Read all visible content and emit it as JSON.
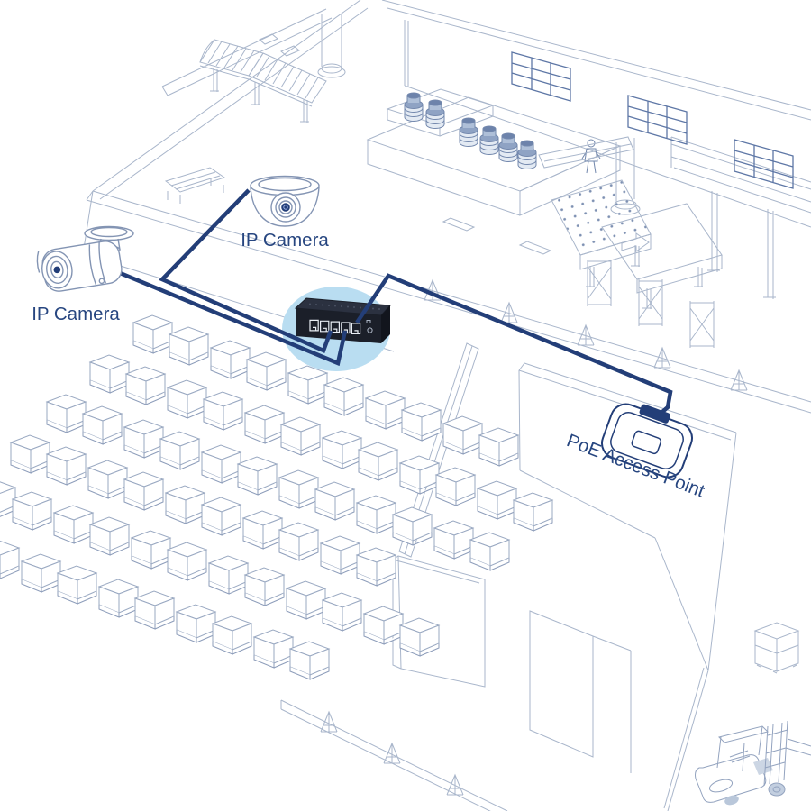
{
  "diagram": {
    "kind": "PoE network topology over warehouse line-art",
    "devices": [
      {
        "id": "camera-bullet",
        "type": "bullet IP camera",
        "label": "IP Camera"
      },
      {
        "id": "camera-dome",
        "type": "dome IP camera",
        "label": "IP Camera"
      },
      {
        "id": "poe-switch",
        "type": "PoE switch",
        "ports": 5
      },
      {
        "id": "access-point",
        "type": "wireless access point",
        "label": "PoE Access Point"
      }
    ],
    "connections": [
      {
        "from": "camera-bullet",
        "to": "poe-switch",
        "medium": "PoE cable"
      },
      {
        "from": "camera-dome",
        "to": "poe-switch",
        "medium": "PoE cable"
      },
      {
        "from": "poe-switch",
        "to": "access-point",
        "medium": "PoE cable"
      }
    ]
  },
  "labels": {
    "camera_bullet": "IP Camera",
    "camera_dome": "IP Camera",
    "access_point": "PoE Access Point"
  },
  "colors": {
    "background": "#ffffff",
    "lineart": "#a9b6cb",
    "lineart_dark": "#5e77a6",
    "cable_navy": "#233e78",
    "label_text": "#274680",
    "switch_glow": "#b9ddf1",
    "switch_body": "#1b1f29"
  },
  "scene": {
    "background_elements": [
      "roller conveyor",
      "overhead beam and column",
      "assembly table with motors",
      "factory windows",
      "worker figure",
      "robot arm",
      "ball-transfer table",
      "long warehouse wall with trusses",
      "pallet box array",
      "interior room with doorway",
      "divider panel",
      "safety railing",
      "forklift",
      "stacked boxes"
    ]
  }
}
